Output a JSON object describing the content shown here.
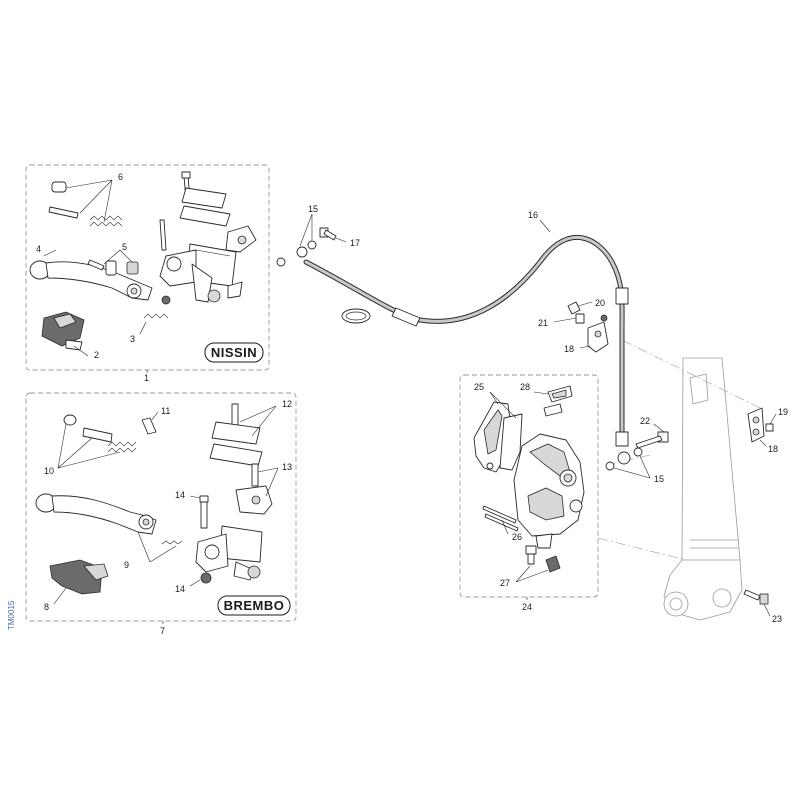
{
  "diagram": {
    "brands": {
      "nissin": "NISSIN",
      "brembo": "BREMBO"
    },
    "drawing_code": "TM0015",
    "callouts": {
      "c1": "1",
      "c2": "2",
      "c3": "3",
      "c4": "4",
      "c5": "5",
      "c6": "6",
      "c7": "7",
      "c8": "8",
      "c9": "9",
      "c10": "10",
      "c11": "11",
      "c12": "12",
      "c13": "13",
      "c14a": "14",
      "c14b": "14",
      "c15a": "15",
      "c15b": "15",
      "c16": "16",
      "c17": "17",
      "c18a": "18",
      "c18b": "18",
      "c19": "19",
      "c20": "20",
      "c21": "21",
      "c22": "22",
      "c23": "23",
      "c24": "24",
      "c25": "25",
      "c26": "26",
      "c27": "27",
      "c28": "28"
    }
  }
}
